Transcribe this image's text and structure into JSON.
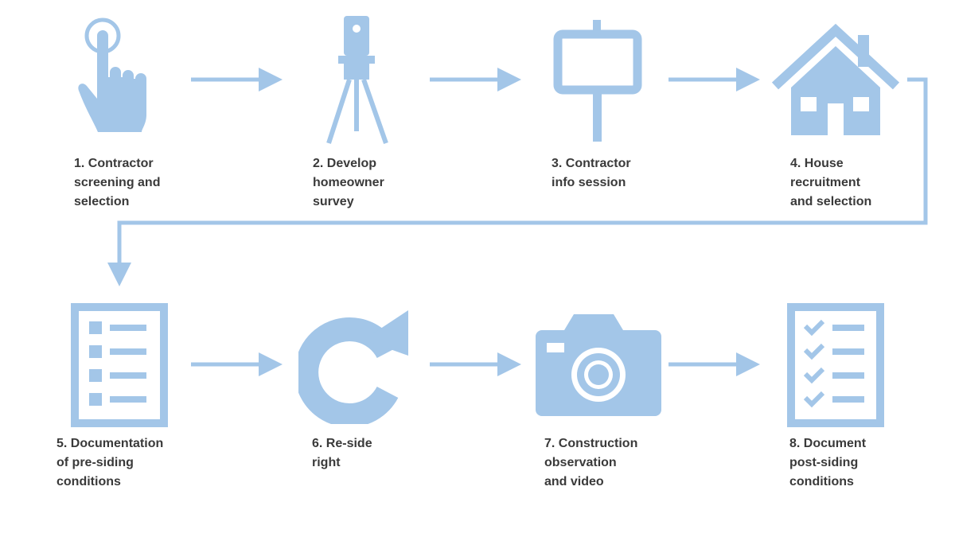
{
  "diagram": {
    "accent_color": "#a3c6e8",
    "steps": [
      {
        "icon": "pointing-hand-icon",
        "lines": [
          "1. Contractor",
          "screening and",
          "selection"
        ]
      },
      {
        "icon": "survey-tripod-icon",
        "lines": [
          "2. Develop",
          "homeowner",
          "survey"
        ]
      },
      {
        "icon": "signpost-icon",
        "lines": [
          "3. Contractor",
          "info session"
        ]
      },
      {
        "icon": "house-icon",
        "lines": [
          "4. House",
          "recruitment",
          "and selection"
        ]
      },
      {
        "icon": "checklist-document-icon",
        "lines": [
          "5. Documentation",
          "of pre-siding",
          "conditions"
        ]
      },
      {
        "icon": "refresh-icon",
        "lines": [
          "6. Re-side",
          "right"
        ]
      },
      {
        "icon": "camera-icon",
        "lines": [
          "7. Construction",
          "observation",
          "and video"
        ]
      },
      {
        "icon": "checked-document-icon",
        "lines": [
          "8. Document",
          "post-siding",
          "conditions"
        ]
      }
    ]
  }
}
